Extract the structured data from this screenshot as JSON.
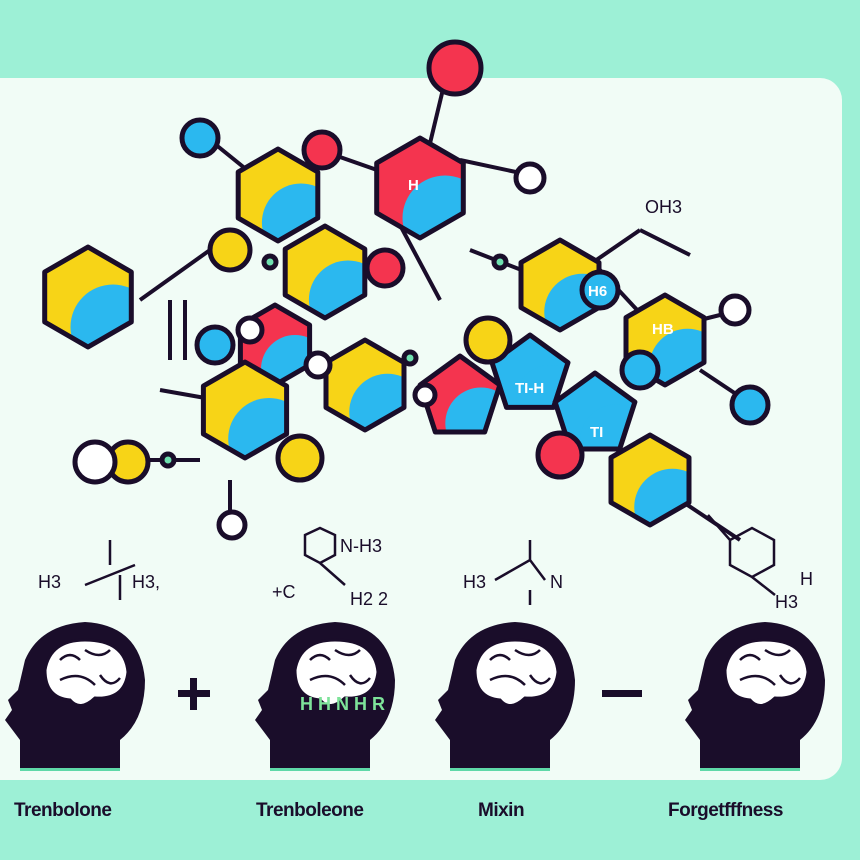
{
  "molecule": {
    "atom_labels": [
      "H",
      "OH3",
      "H6",
      "HB",
      "TI-H",
      "TI"
    ]
  },
  "formulas": [
    {
      "left": "H3",
      "right": "H3,"
    },
    {
      "top": "N-H3",
      "left": "+C",
      "right": "H2 2"
    },
    {
      "left": "H3",
      "right": "N"
    },
    {
      "right": "H",
      "bottom": "H3"
    }
  ],
  "head_symbols": {
    "brain2": "H H N H R"
  },
  "operators": [
    "+",
    "—"
  ],
  "labels": [
    "Trenbolone",
    "Trenboleone",
    "Mixin",
    "Forgetfffness"
  ],
  "colors": {
    "background": "#9df0d6",
    "panel": "#f1fcf6",
    "yellow": "#f7d417",
    "blue": "#2bb8ef",
    "red": "#f4344f",
    "outline": "#1a0d2a"
  }
}
